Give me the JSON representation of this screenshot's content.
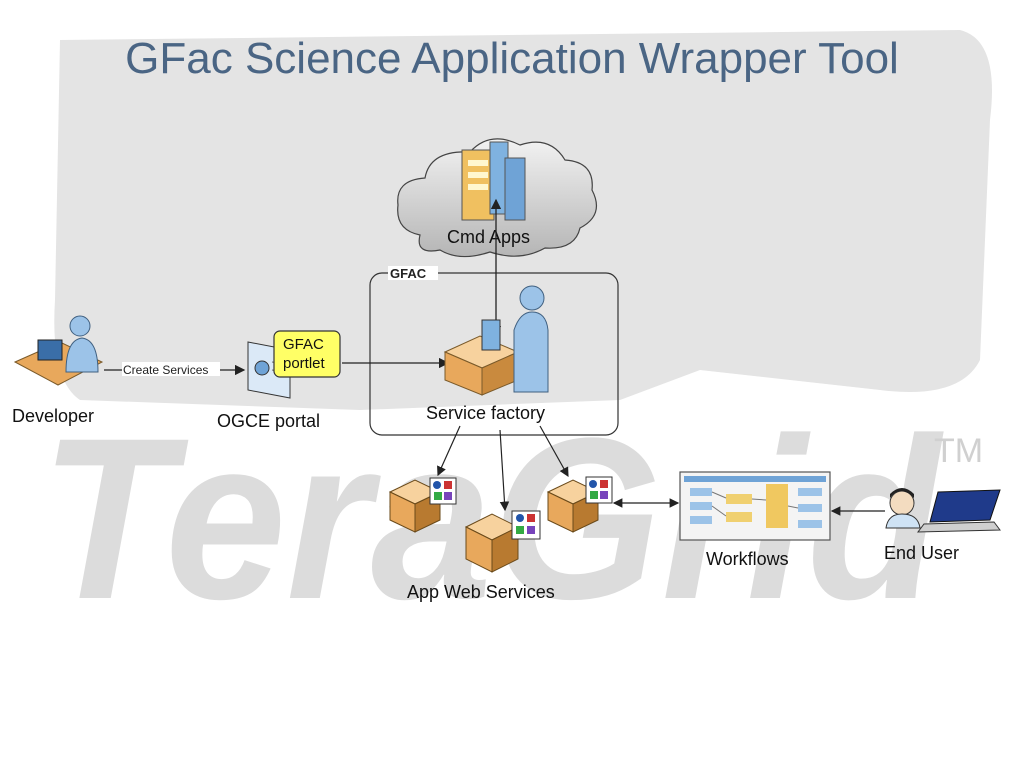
{
  "slide": {
    "title": "GFac Science Application Wrapper Tool"
  },
  "watermark": {
    "brand": "TeraGrid",
    "trademark": "TM"
  },
  "diagram": {
    "cloud_label": "Cmd Apps",
    "group_label": "GFAC",
    "developer_label": "Developer",
    "arrow_label": "Create Services",
    "portlet_line1": "GFAC",
    "portlet_line2": "portlet",
    "portal_label": "OGCE portal",
    "factory_label": "Service factory",
    "services_label": "App Web Services",
    "workflows_label": "Workflows",
    "enduser_label": "End User"
  },
  "colors": {
    "title": "#4a6584",
    "watermark": "#d9d9d9",
    "portlet_fill": "#ffff66",
    "box_fill": "#e8a85c",
    "person_fill": "#9cc3e8"
  }
}
